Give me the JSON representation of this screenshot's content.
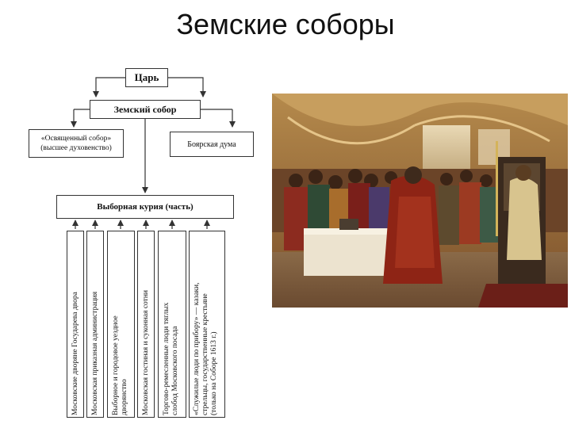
{
  "title": "Земские соборы",
  "diagram": {
    "tsar": "Царь",
    "zemsky_sobor": "Земский собор",
    "sacred_council": "«Освященный собор»\n(высшее духовенство)",
    "boyar_duma": "Боярская дума",
    "elected_curia": "Выборная курия (часть)",
    "groups": [
      "Московские дворяне Государева двора",
      "Московская приказная администрация",
      "Выборное и городовое уездное\nдворянство",
      "Московская гостиная и суконная сотни",
      "Торгово-ремесленные люди тяглых\nслобод Московского посада",
      "«Служилые люди по прибору» — казаки,\nстрельцы, государственные крестьяне\n(только на Соборе 1613 г.)"
    ]
  },
  "painting": {
    "description_icon": "painting-zemsky-sobor-icon"
  }
}
